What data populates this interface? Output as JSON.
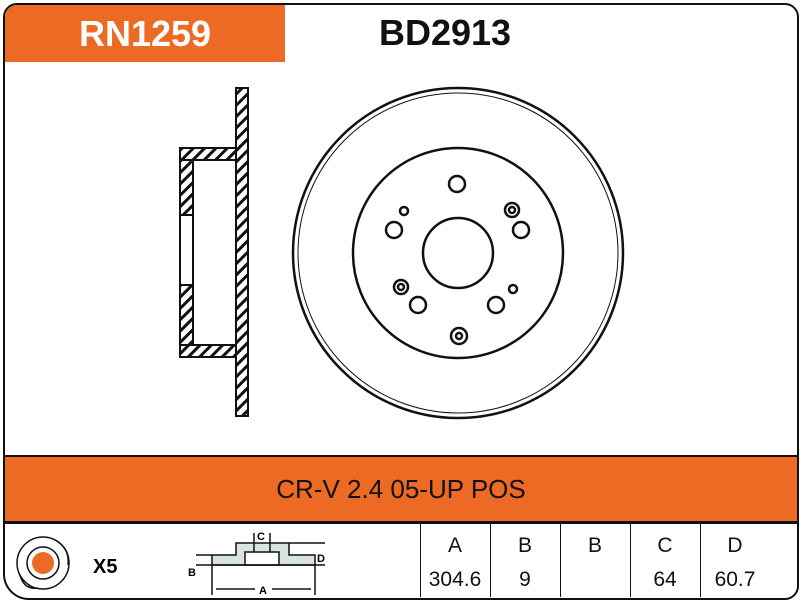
{
  "header": {
    "ref": "RN1259",
    "code": "BD2913"
  },
  "application": "CR-V 2.4 05-UP POS",
  "footer": {
    "quantity": "X5",
    "legend_labels": {
      "a": "A",
      "b": "B",
      "c": "C",
      "d": "D"
    },
    "columns": [
      {
        "label": "A",
        "value": "304.6"
      },
      {
        "label": "B",
        "value": "9"
      },
      {
        "label": "B",
        "value": ""
      },
      {
        "label": "C",
        "value": "64"
      },
      {
        "label": "D",
        "value": "60.7"
      }
    ]
  },
  "colors": {
    "accent": "#ec6a24"
  }
}
